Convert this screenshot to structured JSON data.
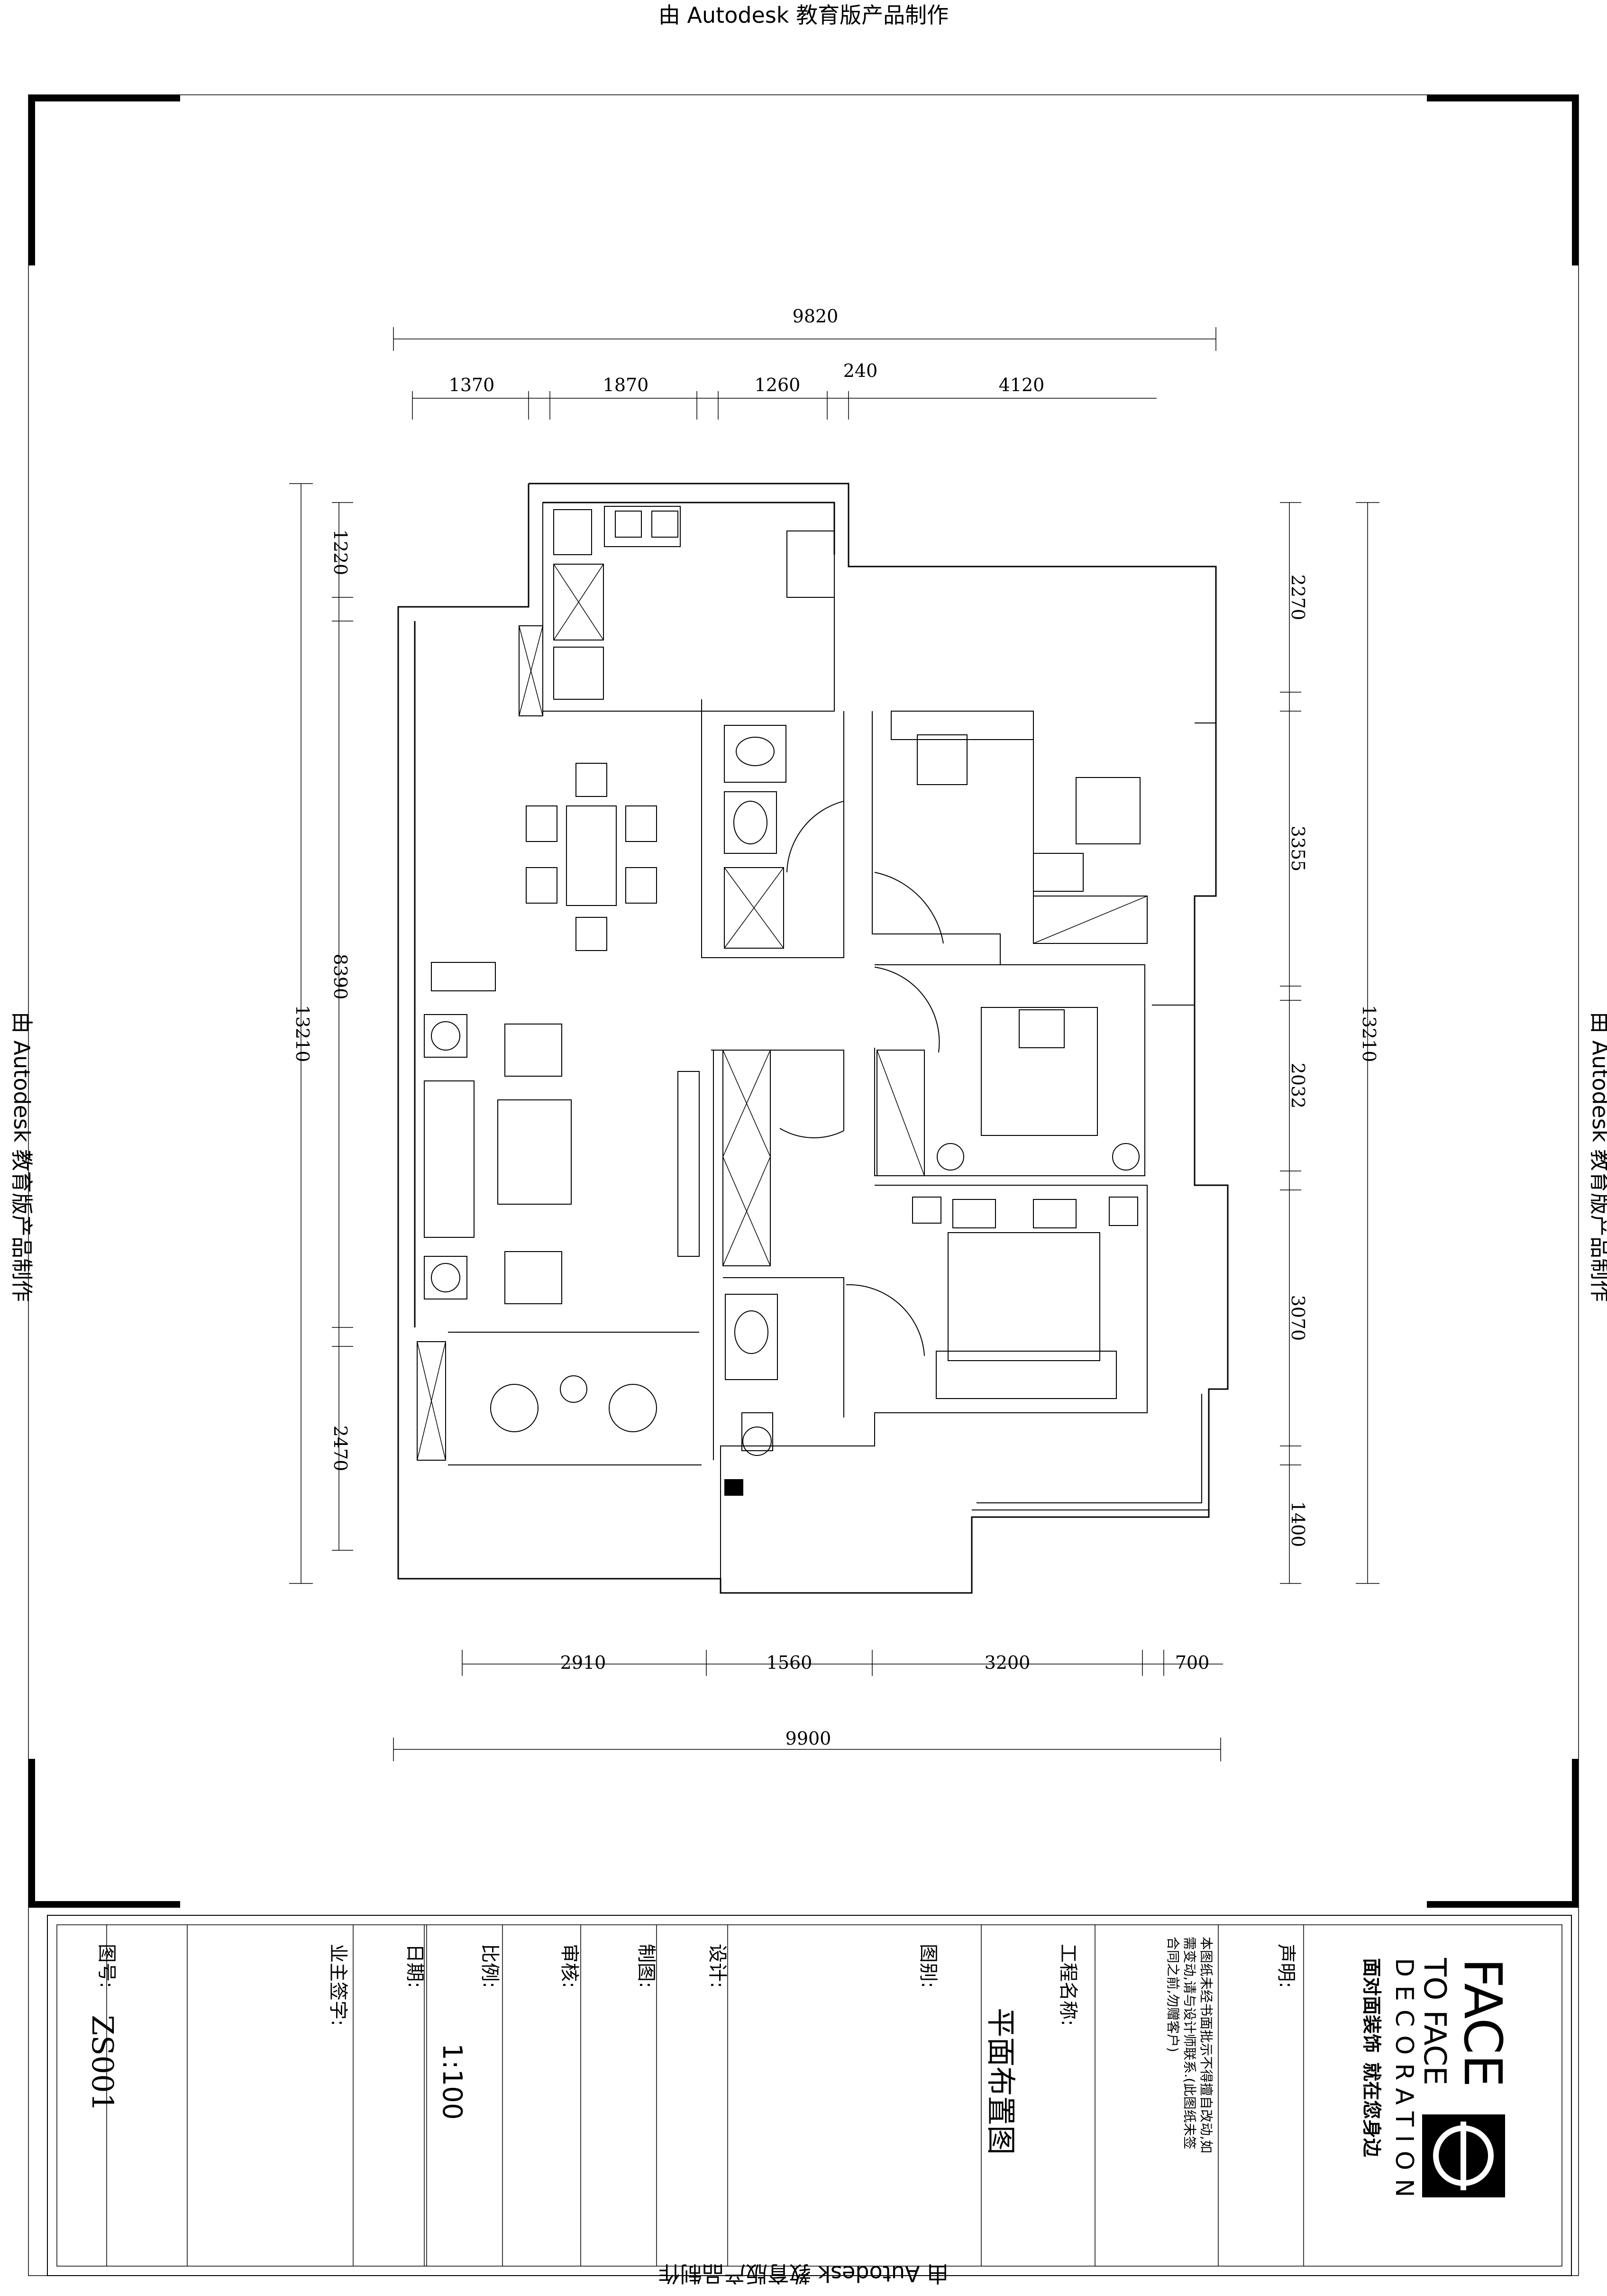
{
  "watermark": "由 Autodesk 教育版产品制作",
  "plan": {
    "dims_top": {
      "overall": "9820",
      "segments": [
        "1370",
        "1870",
        "1260",
        "240",
        "4120"
      ]
    },
    "dims_bottom": {
      "overall": "9900",
      "segments": [
        "2910",
        "1560",
        "3200",
        "700"
      ]
    },
    "dims_left": {
      "overall": "13210",
      "segments": [
        "1220",
        "8390",
        "2470"
      ]
    },
    "dims_right": {
      "overall": "13210",
      "segments": [
        "2270",
        "3355",
        "2032",
        "3070",
        "1400"
      ]
    }
  },
  "title_block": {
    "drawing_no_label": "图号:",
    "drawing_no": "ZS001",
    "owner_sign_label": "业主签字:",
    "date_label": "日期:",
    "scale_label": "比例:",
    "scale": "1:100",
    "review_label": "审核:",
    "draft_label": "制图:",
    "design_label": "设计:",
    "category_label": "图别:",
    "project_label": "工程名称:",
    "drawing_title": "平面布置图",
    "statement_label": "声明:",
    "statement_lines": [
      "本图纸未经书面批示不得擅自改动,如",
      "需变动,请与设计师联系.(此图纸未签",
      "合同之前,勿赠客户)"
    ],
    "brand_line1": "FACE",
    "brand_line2": "TO FACE",
    "brand_line3": "DECORATION",
    "brand_cn": "面对面装饰",
    "brand_slogan": "就在您身边"
  }
}
